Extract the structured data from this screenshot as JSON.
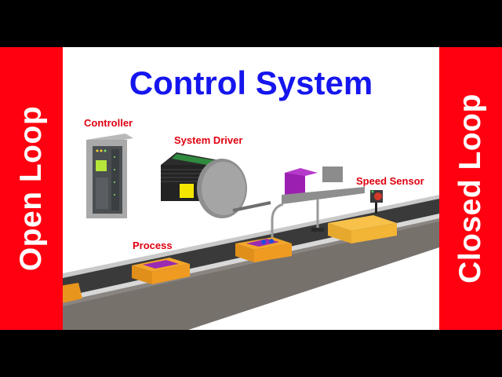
{
  "title": "Control System",
  "side_labels": {
    "left": "Open Loop",
    "right": "Closed Loop"
  },
  "component_labels": {
    "controller": "Controller",
    "system_driver": "System Driver",
    "speed_sensor": "Speed Sensor",
    "process": "Process"
  },
  "colors": {
    "title": "#1515ee",
    "side_panel": "#ff0010",
    "label": "#e00010",
    "letterbox": "#000000",
    "box_orange": "#f2a122",
    "box_yellow": "#f5b937",
    "belt": "#3a3a3a",
    "conveyor_frame": "#7a7470",
    "purple_device": "#9b1fb0"
  }
}
